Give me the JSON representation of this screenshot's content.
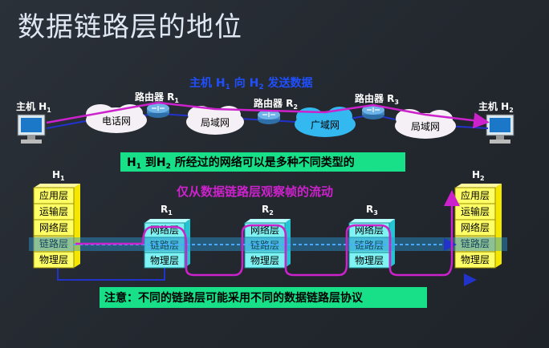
{
  "title": "数据链路层的地位",
  "top_note": {
    "pre": "主机 H",
    "s1": "1",
    "mid": " 向 H",
    "s2": "2",
    "post": " 发送数据"
  },
  "host_left_label": {
    "pre": "主机 H",
    "sub": "1"
  },
  "host_right_label": {
    "pre": "主机 H",
    "sub": "2"
  },
  "routers_top": [
    {
      "pre": "路由器 R",
      "sub": "1"
    },
    {
      "pre": "路由器 R",
      "sub": "2"
    },
    {
      "pre": "路由器 R",
      "sub": "3"
    }
  ],
  "networks": [
    "电话网",
    "局域网",
    "广域网",
    "局域网"
  ],
  "green_banner": {
    "a": "H",
    "a_sub": "1",
    "b": " 到H",
    "b_sub": "2",
    "c": " 所经过的网络可以是多种不同类型的"
  },
  "magenta_note": "仅从数据链路层观察帧的流动",
  "stack_left_label": {
    "pre": "H",
    "sub": "1"
  },
  "stack_right_label": {
    "pre": "H",
    "sub": "2"
  },
  "host_layers": [
    "应用层",
    "运输层",
    "网络层",
    "链路层",
    "物理层"
  ],
  "router_labels": [
    {
      "pre": "R",
      "sub": "1"
    },
    {
      "pre": "R",
      "sub": "2"
    },
    {
      "pre": "R",
      "sub": "3"
    }
  ],
  "router_layers": [
    "网络层",
    "链路层",
    "物理层"
  ],
  "bottom_note": "注意：不同的链路层可能采用不同的数据链路层协议",
  "colors": {
    "magenta": "#cc22cc",
    "cyan_banner": "#18e088",
    "blue_line": "#2233cc",
    "yellow_stack": "#ffff66",
    "router_stack": "#7ff3f3",
    "highlight": "#2a9ad8"
  }
}
